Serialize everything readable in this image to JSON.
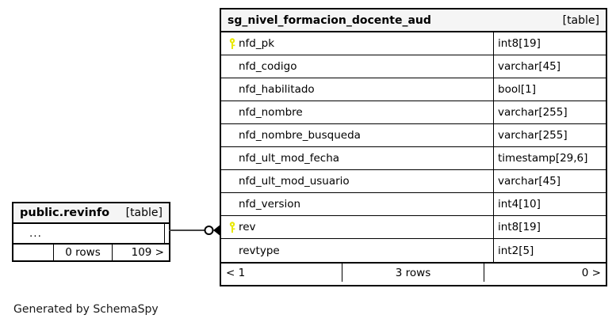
{
  "diagram": {
    "credit": "Generated by SchemaSpy",
    "type_tag": "[table]",
    "key_icon": "primary-key-icon",
    "key_color": "#e8e800",
    "border_color": "#000000",
    "header_bg": "#f5f5f5",
    "body_bg": "#ffffff"
  },
  "main_table": {
    "name": "sg_nivel_formacion_docente_aud",
    "tag": "[table]",
    "columns": [
      {
        "key": true,
        "name": "nfd_pk",
        "type": "int8[19]"
      },
      {
        "key": false,
        "name": "nfd_codigo",
        "type": "varchar[45]"
      },
      {
        "key": false,
        "name": "nfd_habilitado",
        "type": "bool[1]"
      },
      {
        "key": false,
        "name": "nfd_nombre",
        "type": "varchar[255]"
      },
      {
        "key": false,
        "name": "nfd_nombre_busqueda",
        "type": "varchar[255]"
      },
      {
        "key": false,
        "name": "nfd_ult_mod_fecha",
        "type": "timestamp[29,6]"
      },
      {
        "key": false,
        "name": "nfd_ult_mod_usuario",
        "type": "varchar[45]"
      },
      {
        "key": false,
        "name": "nfd_version",
        "type": "int4[10]"
      },
      {
        "key": true,
        "name": "rev",
        "type": "int8[19]"
      },
      {
        "key": false,
        "name": "revtype",
        "type": "int2[5]"
      }
    ],
    "footer": {
      "left": "< 1",
      "center": "3 rows",
      "right": "0 >"
    }
  },
  "side_table": {
    "name": "public.revinfo",
    "tag": "[table]",
    "columns": [
      {
        "key": false,
        "name": "...",
        "type": ""
      }
    ],
    "footer": {
      "left": "",
      "center": "0 rows",
      "right": "109 >"
    }
  },
  "connector": {
    "name": "revinfo-to-aud-relationship",
    "from": "public.revinfo",
    "to": "sg_nivel_formacion_docente_aud",
    "start_marker": "optional-circle",
    "end_marker": "crows-foot"
  }
}
